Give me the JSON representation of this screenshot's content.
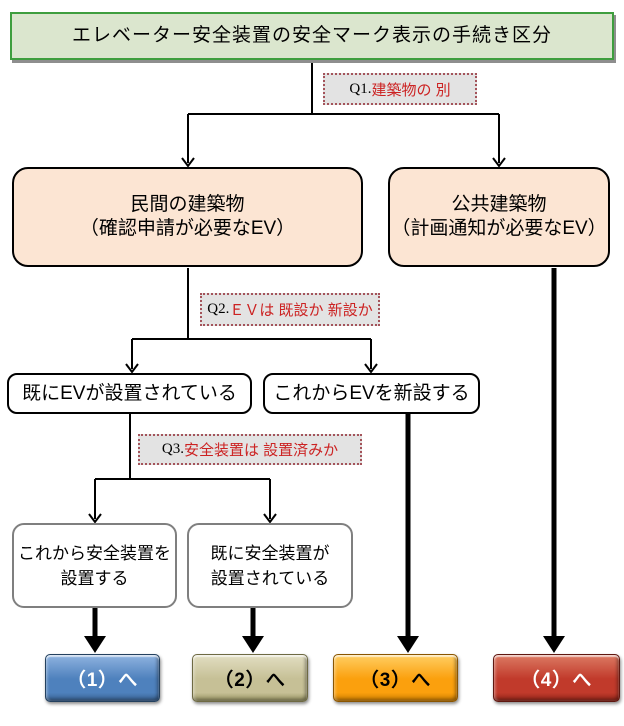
{
  "title": "エレベーター安全装置の安全マーク表示の手続き区分",
  "questions": {
    "q1": {
      "prefix": "Q1.",
      "text": "建築物の 別"
    },
    "q2": {
      "prefix": "Q2.",
      "text": "ＥＶは 既設か 新設か"
    },
    "q3": {
      "prefix": "Q3.",
      "text": "安全装置は 設置済みか"
    }
  },
  "nodes": {
    "private_building": {
      "line1": "民間の建築物",
      "line2": "（確認申請が必要なEV）"
    },
    "public_building": {
      "line1": "公共建築物",
      "line2": "（計画通知が必要なEV）"
    },
    "ev_existing": {
      "label": "既にEVが設置されている"
    },
    "ev_new": {
      "label": "これからEVを新設する"
    },
    "device_to_install": {
      "line1": "これから安全装置を",
      "line2": "設置する"
    },
    "device_installed": {
      "line1": "既に安全装置が",
      "line2": "設置されている"
    }
  },
  "buttons": [
    {
      "label": "（1）へ",
      "base": "#4E81BD",
      "light": "#8FB3E0",
      "dark": "#38608F",
      "border": "#24415F",
      "text": "#FFFFFF"
    },
    {
      "label": "（2）へ",
      "base": "#C6C096",
      "light": "#E2DEC2",
      "dark": "#94905F",
      "border": "#6E6A43",
      "text": "#000000"
    },
    {
      "label": "（3）へ",
      "base": "#FBA00D",
      "light": "#FFCE63",
      "dark": "#C97B00",
      "border": "#8A5500",
      "text": "#000000"
    },
    {
      "label": "（4）へ",
      "base": "#C13A2B",
      "light": "#DC7A63",
      "dark": "#8E2418",
      "border": "#5F1710",
      "text": "#FFFFFF"
    }
  ],
  "colors": {
    "title_bg": "#DBE6CE",
    "title_border": "#3E9E3E",
    "q_bg": "#E3E3E3",
    "q_border": "#A4535A",
    "q_text": "#CC2222",
    "node_peach": "#FCE5D3",
    "gray_border": "#7F7F7F",
    "line": "#000000"
  }
}
